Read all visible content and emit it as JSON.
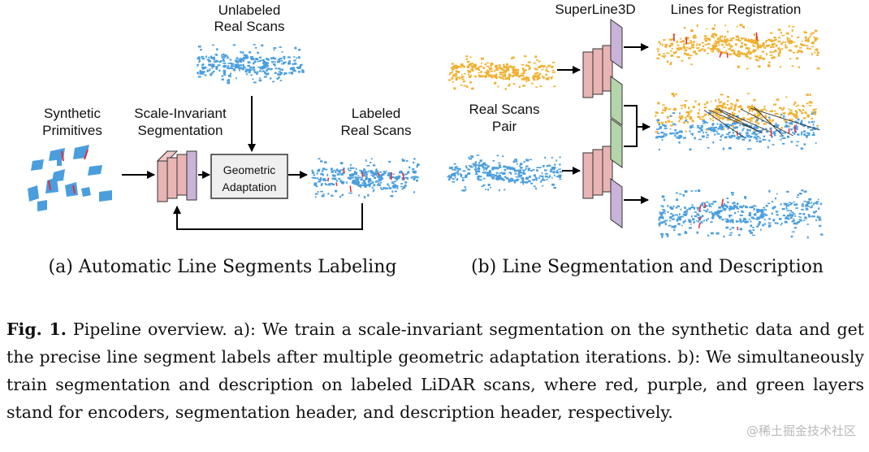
{
  "panel_a": {
    "unlabeled": [
      "Unlabeled",
      "Real Scans"
    ],
    "synthetic": [
      "Synthetic",
      "Primitives"
    ],
    "segmentation": [
      "Scale-Invariant",
      "Segmentation"
    ],
    "labeled": [
      "Labeled",
      "Real Scans"
    ],
    "geometric": [
      "Geometric",
      "Adaptation"
    ],
    "subcaption": "(a)  Automatic Line Segments Labeling"
  },
  "panel_b": {
    "superline": "SuperLine3D",
    "lines_reg": "Lines for Registration",
    "pair": [
      "Real Scans",
      "Pair"
    ],
    "subcaption": "(b)  Line Segmentation and Description"
  },
  "caption": {
    "label": "Fig. 1.",
    "text": " Pipeline overview. a): We train a scale-invariant segmentation on the synthetic data and get the precise line segment labels after multiple geometric adaptation iterations. b): We simultaneously train segmentation and description on labeled LiDAR scans, where red, purple, and green layers stand for encoders, segmentation header, and description header, respectively."
  },
  "watermark": "@稀土掘金技术社区",
  "colors": {
    "encoder": "#e8b4b4",
    "seg_header": "#c8b4d8",
    "desc_header": "#b4d4aa",
    "scan_blue": "#4a9ede",
    "scan_orange": "#f0b030",
    "line_red": "#e03040"
  }
}
